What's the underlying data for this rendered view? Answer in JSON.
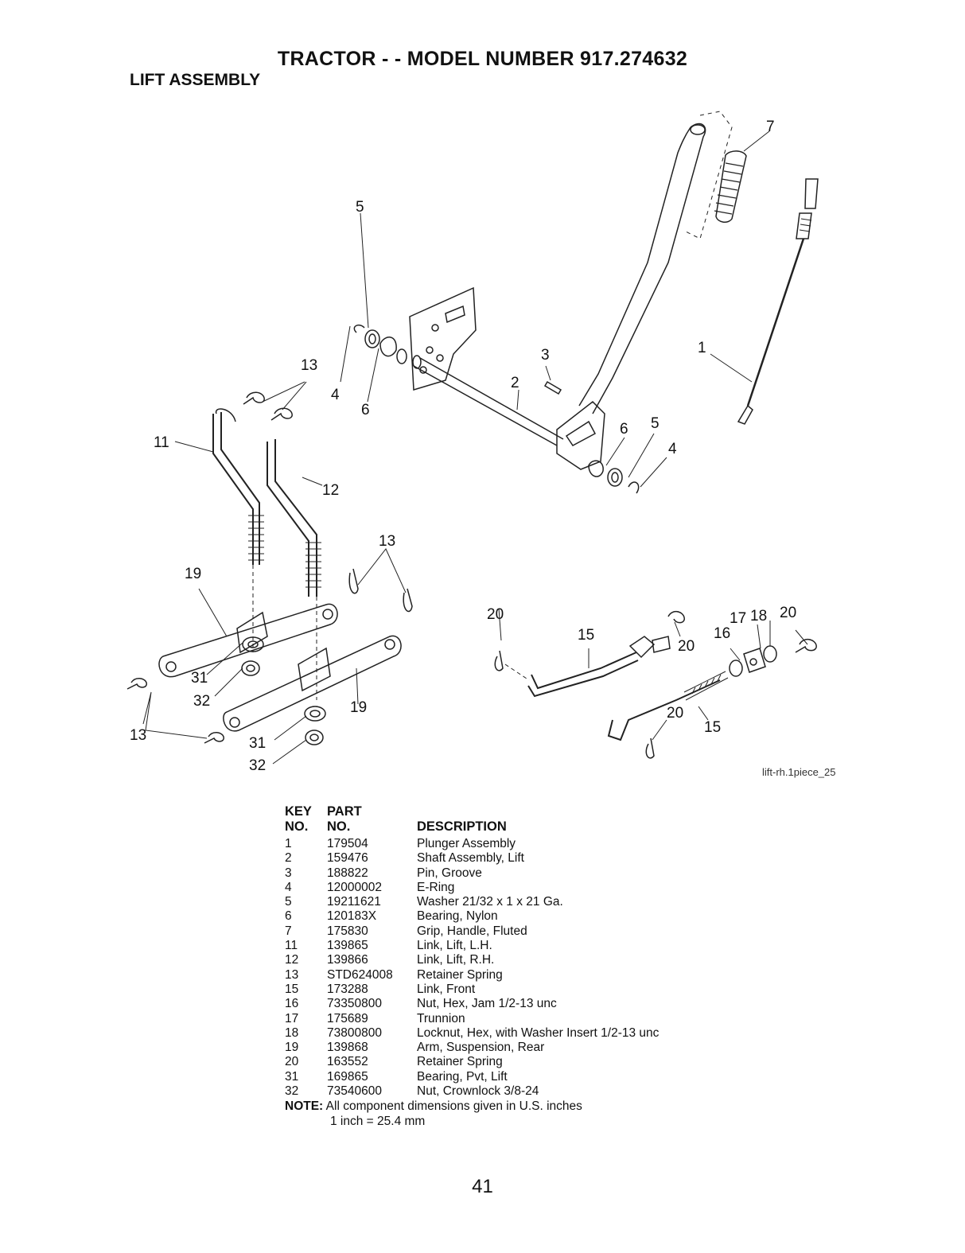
{
  "header": {
    "title": "TRACTOR - - MODEL NUMBER 917.274632",
    "subtitle": "LIFT ASSEMBLY"
  },
  "diagram": {
    "image_code": "lift-rh.1piece_25",
    "callouts": {
      "c1": "1",
      "c2": "2",
      "c3": "3",
      "c4a": "4",
      "c4b": "4",
      "c5a": "5",
      "c5b": "5",
      "c6a": "6",
      "c6b": "6",
      "c7": "7",
      "c11": "11",
      "c12": "12",
      "c13a": "13",
      "c13b": "13",
      "c13c": "13",
      "c15a": "15",
      "c15b": "15",
      "c16": "16",
      "c17": "17",
      "c18": "18",
      "c19a": "19",
      "c19b": "19",
      "c20a": "20",
      "c20b": "20",
      "c20c": "20",
      "c20d": "20",
      "c31a": "31",
      "c31b": "31",
      "c32a": "32",
      "c32b": "32"
    }
  },
  "parts_table": {
    "headers": {
      "key_line1": "KEY",
      "key_line2": "NO.",
      "part_line1": "PART",
      "part_line2": "NO.",
      "description": "DESCRIPTION"
    },
    "rows": [
      {
        "key": "1",
        "part": "179504",
        "desc": "Plunger Assembly"
      },
      {
        "key": "2",
        "part": "159476",
        "desc": "Shaft Assembly, Lift"
      },
      {
        "key": "3",
        "part": "188822",
        "desc": "Pin, Groove"
      },
      {
        "key": "4",
        "part": "12000002",
        "desc": "E-Ring"
      },
      {
        "key": "5",
        "part": "19211621",
        "desc": "Washer  21/32 x 1 x 21 Ga."
      },
      {
        "key": "6",
        "part": "120183X",
        "desc": "Bearing, Nylon"
      },
      {
        "key": "7",
        "part": "175830",
        "desc": "Grip, Handle, Fluted"
      },
      {
        "key": "11",
        "part": "139865",
        "desc": "Link, Lift, L.H."
      },
      {
        "key": "12",
        "part": "139866",
        "desc": "Link, Lift, R.H."
      },
      {
        "key": "13",
        "part": "STD624008",
        "desc": "Retainer Spring"
      },
      {
        "key": "15",
        "part": "173288",
        "desc": "Link, Front"
      },
      {
        "key": "16",
        "part": "73350800",
        "desc": "Nut, Hex, Jam  1/2-13 unc"
      },
      {
        "key": "17",
        "part": "175689",
        "desc": "Trunnion"
      },
      {
        "key": "18",
        "part": "73800800",
        "desc": "Locknut, Hex, with Washer Insert  1/2-13 unc"
      },
      {
        "key": "19",
        "part": "139868",
        "desc": "Arm, Suspension, Rear"
      },
      {
        "key": "20",
        "part": "163552",
        "desc": "Retainer Spring"
      },
      {
        "key": "31",
        "part": "169865",
        "desc": "Bearing, Pvt, Lift"
      },
      {
        "key": "32",
        "part": "73540600",
        "desc": "Nut, Crownlock  3/8-24"
      }
    ],
    "note_label": "NOTE:",
    "note_text": "All component dimensions given in U.S. inches",
    "note_line2": "1 inch = 25.4 mm"
  },
  "footer": {
    "page_number": "41"
  }
}
